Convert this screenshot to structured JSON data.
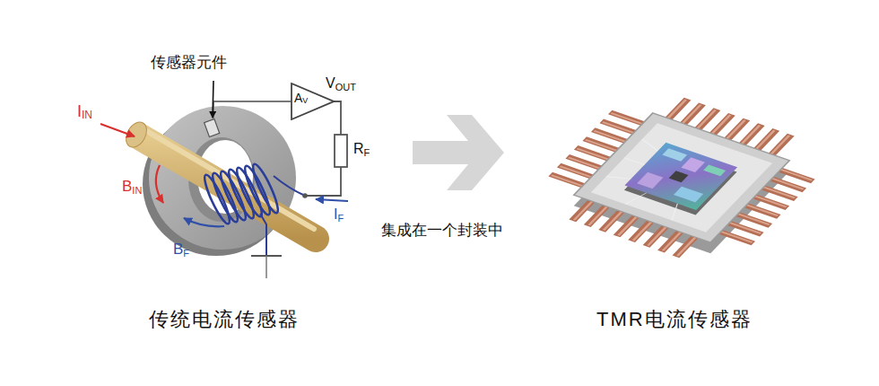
{
  "diagram": {
    "nodes": [
      {
        "text": [
          "A",
          "V"
        ]
      }
    ],
    "labels": [
      "传感器元件",
      "I",
      "IN",
      "B",
      "IN",
      "B",
      "F",
      "V",
      "OUT",
      "R",
      "F",
      "I",
      "F",
      "集成在一个封装中",
      "传统电流传感器",
      "TMR电流传感器"
    ]
  }
}
